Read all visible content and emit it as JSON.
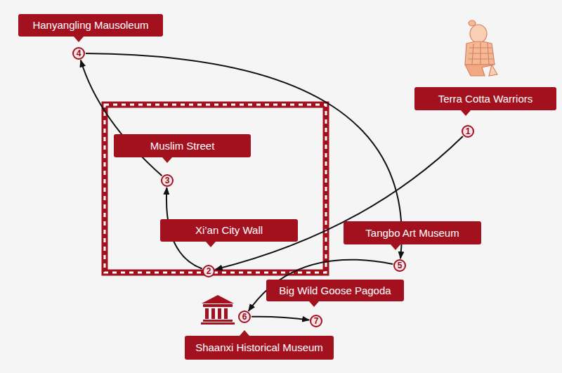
{
  "diagram": {
    "nodes": [
      {
        "text": [
          "1"
        ]
      },
      {
        "text": [
          "Terra Cotta Warriors"
        ]
      },
      {
        "text": [
          "2"
        ]
      },
      {
        "text": [
          "Xi’an City Wall"
        ]
      },
      {
        "text": [
          "3"
        ]
      },
      {
        "text": [
          "Muslim Street"
        ]
      },
      {
        "text": [
          "4"
        ]
      },
      {
        "text": [
          "Hanyangling Mausoleum"
        ]
      },
      {
        "text": [
          "5"
        ]
      },
      {
        "text": [
          "Tangbo Art Museum"
        ]
      },
      {
        "text": [
          "6"
        ]
      },
      {
        "text": [
          "Shaanxi Historical Museum"
        ]
      },
      {
        "text": [
          "7"
        ]
      },
      {
        "text": [
          "Big Wild Goose Pagoda"
        ]
      }
    ],
    "edges": [
      {
        "from": 0,
        "to": 2,
        "arrow": "to"
      },
      {
        "from": 2,
        "to": 4,
        "arrow": "to"
      },
      {
        "from": 4,
        "to": 6,
        "arrow": "to"
      },
      {
        "from": 6,
        "to": 8,
        "arrow": "to"
      },
      {
        "from": 8,
        "to": 10,
        "arrow": "to"
      },
      {
        "from": 10,
        "to": 12,
        "arrow": "to"
      }
    ]
  }
}
